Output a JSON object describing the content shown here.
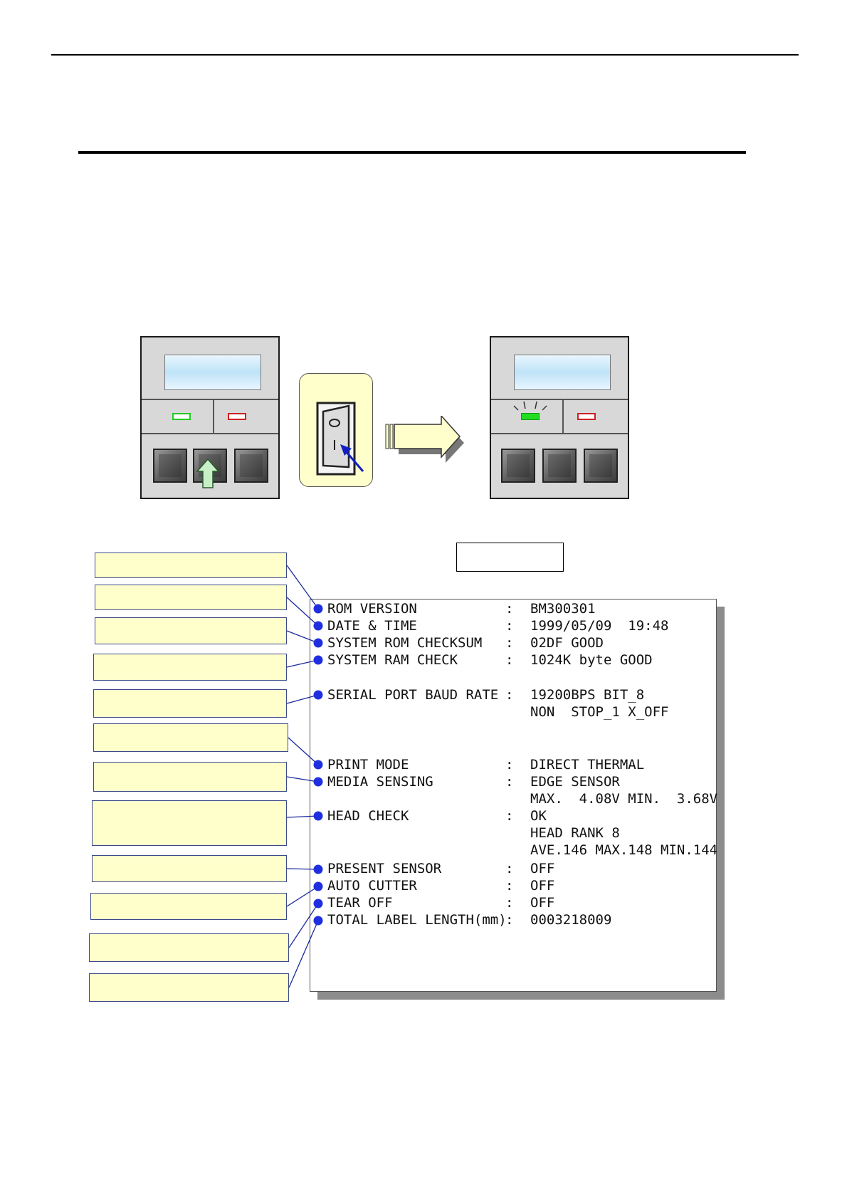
{
  "printout": {
    "rows": [
      {
        "label": "ROM VERSION",
        "sep": ":",
        "value": "BM300301"
      },
      {
        "label": "DATE & TIME",
        "sep": ":",
        "value": "1999/05/09  19:48"
      },
      {
        "label": "SYSTEM ROM CHECKSUM",
        "sep": ":",
        "value": "02DF GOOD"
      },
      {
        "label": "SYSTEM RAM CHECK",
        "sep": ":",
        "value": "1024K byte GOOD"
      },
      {
        "label": "SERIAL PORT BAUD RATE",
        "sep": ":",
        "value": "19200BPS BIT_8"
      },
      {
        "label": "PRINT MODE",
        "sep": ":",
        "value": "DIRECT THERMAL"
      },
      {
        "label": "MEDIA SENSING",
        "sep": ":",
        "value": "EDGE SENSOR"
      },
      {
        "label": "HEAD CHECK",
        "sep": ":",
        "value": "OK"
      },
      {
        "label": "PRESENT SENSOR",
        "sep": ":",
        "value": "OFF"
      },
      {
        "label": "AUTO CUTTER",
        "sep": ":",
        "value": "OFF"
      },
      {
        "label": "TEAR OFF",
        "sep": ":",
        "value": "OFF"
      },
      {
        "label": "TOTAL LABEL LENGTH(mm)",
        "sep": ":",
        "value": "0003218009"
      }
    ],
    "continuations": {
      "serial": "NON  STOP_1 X_OFF",
      "media": "MAX.  4.08V MIN.  3.68V",
      "head_rank": "HEAD RANK 8",
      "head_ave": "AVE.146 MAX.148 MIN.144"
    }
  },
  "colors": {
    "callout_fill": "#ffffcc",
    "bullet": "#1f2fe0",
    "led_green": "#22cc22",
    "led_red": "#cc2222",
    "arrow_fill": "#ffffcc"
  },
  "icons": [
    "power-switch-icon",
    "right-arrow-icon",
    "up-arrow-icon",
    "pointer-arrow-icon"
  ]
}
